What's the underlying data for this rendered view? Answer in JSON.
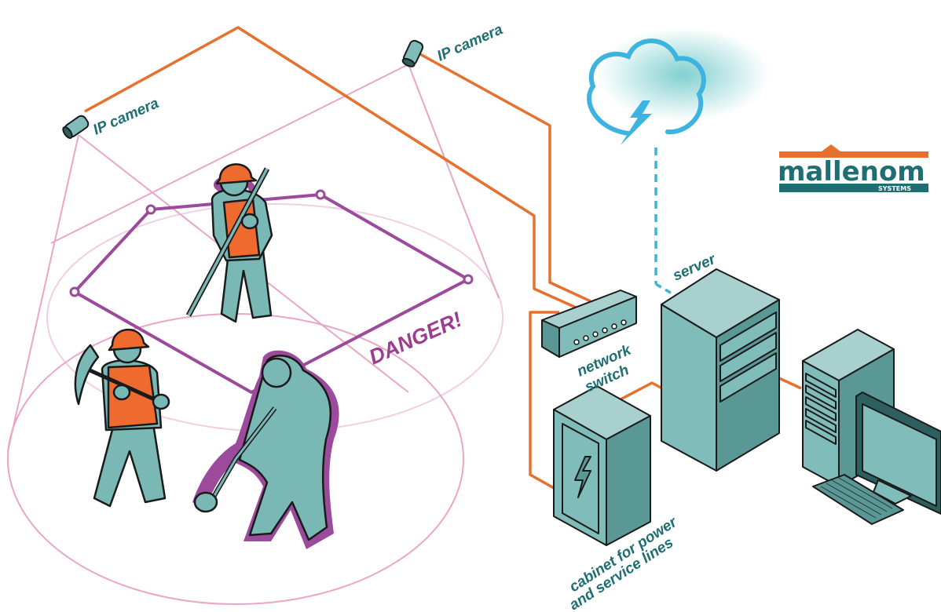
{
  "labels": {
    "camera_left": "IP camera",
    "camera_right": "IP camera",
    "danger": "DANGER!",
    "switch_line1": "network",
    "switch_line2": "switch",
    "server": "server",
    "cabinet_line1": "cabinet for power",
    "cabinet_line2": "and service lines"
  },
  "logo": {
    "name": "mallenom",
    "sub": "SYSTEMS"
  },
  "colors": {
    "cable": "#e8702f",
    "camera_view": "#e9a6c6",
    "zone": "#9b4a9c",
    "figure": "#7ab8b5",
    "figure_outline": "#1a1a1a",
    "vest": "#ee6a2f",
    "cloud": "#3db3df",
    "label": "#1f6e73",
    "equipment": "#7fbcba"
  },
  "icons": [
    "ip-camera-icon",
    "network-switch-icon",
    "server-icon",
    "cloud-icon",
    "cabinet-icon",
    "computer-icon",
    "monitor-icon",
    "keyboard-icon",
    "lightning-icon",
    "worker-icon"
  ]
}
